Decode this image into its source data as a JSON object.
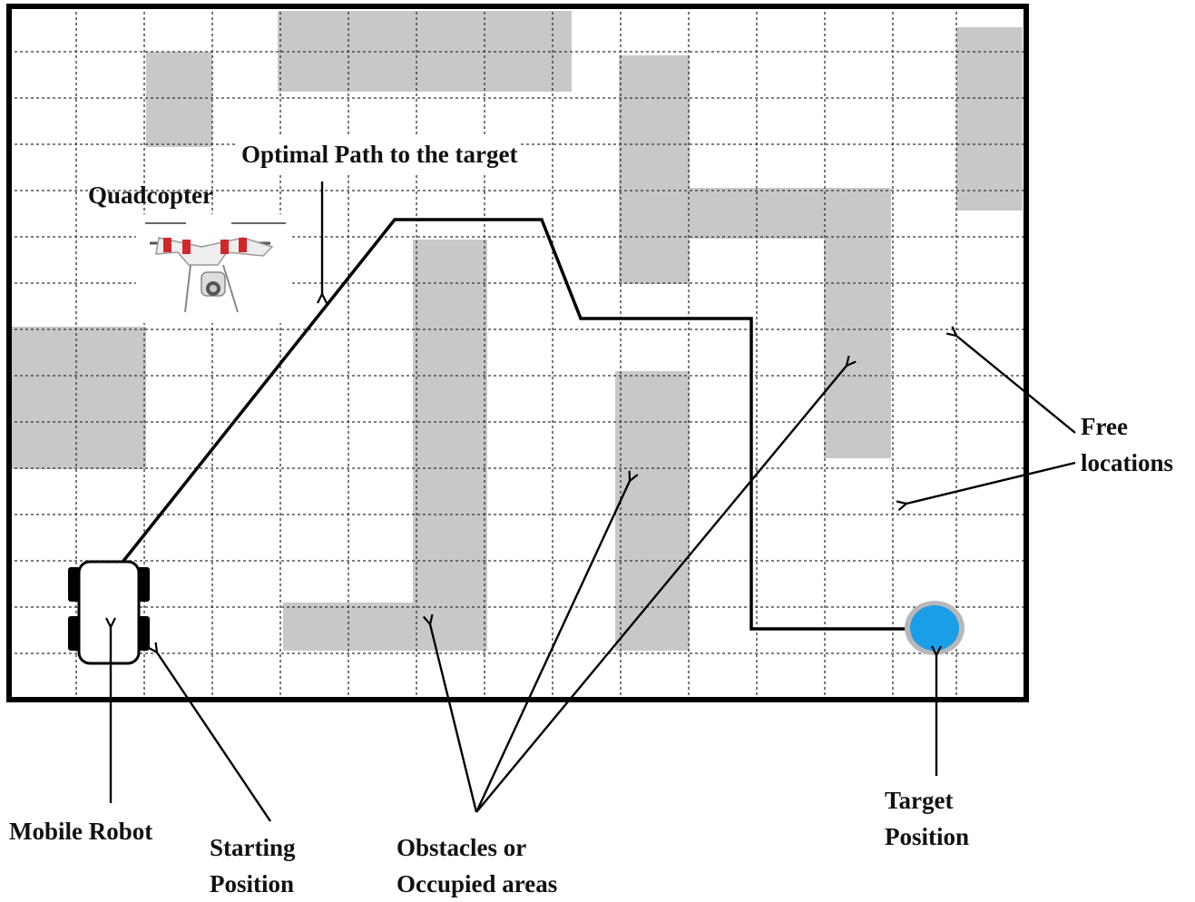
{
  "labels": {
    "quadcopter": "Quadcopter",
    "optimal_path": "Optimal Path to the target",
    "free_locations": [
      "Free",
      "locations"
    ],
    "mobile_robot": "Mobile Robot",
    "starting_position": [
      "Starting",
      "Position"
    ],
    "obstacles": [
      "Obstacles or",
      "Occupied areas"
    ],
    "target_position": [
      "Target",
      "Position"
    ]
  },
  "colors": {
    "obstacle": "#c8c8c8",
    "target": "#1a9ee8",
    "target_ring": "#b8b8b8",
    "path": "#000000",
    "grid_line": "#333333"
  },
  "icons": {
    "quadcopter": "quadcopter-drone-icon",
    "mobile_robot": "wheeled-robot-icon",
    "target": "target-circle-icon"
  }
}
